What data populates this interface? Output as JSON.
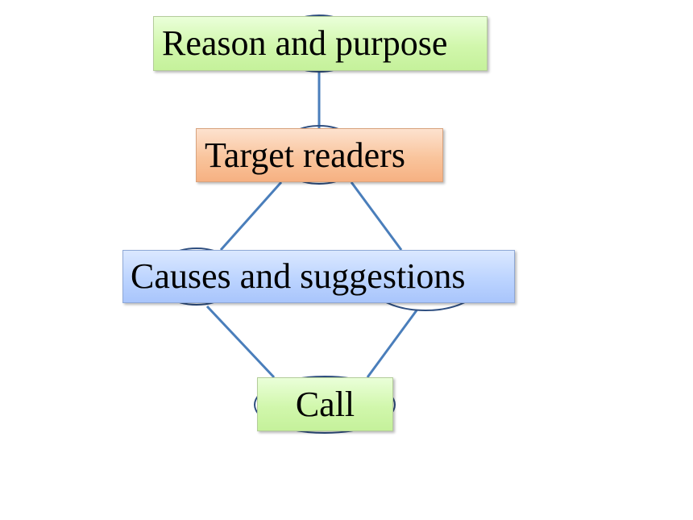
{
  "diagram": {
    "nodes": {
      "reason": {
        "label": "Reason and purpose",
        "fill": "#d1f7ac"
      },
      "target": {
        "label": "Target readers",
        "fill": "#f9c49c"
      },
      "causes": {
        "label": "Causes and suggestions",
        "fill": "#bcd4ff"
      },
      "call": {
        "label": "Call",
        "fill": "#d1f7ac"
      }
    },
    "edges": [
      {
        "from": "Reason and purpose",
        "to": "Target readers"
      },
      {
        "from": "Target readers",
        "to": "Causes and suggestions"
      },
      {
        "from": "Target readers",
        "to": "Causes and suggestions"
      },
      {
        "from": "Causes and suggestions",
        "to": "Call"
      },
      {
        "from": "Causes and suggestions",
        "to": "Call"
      }
    ],
    "line_color": "#4a7ebb",
    "outline_color": "#2f4f80"
  }
}
